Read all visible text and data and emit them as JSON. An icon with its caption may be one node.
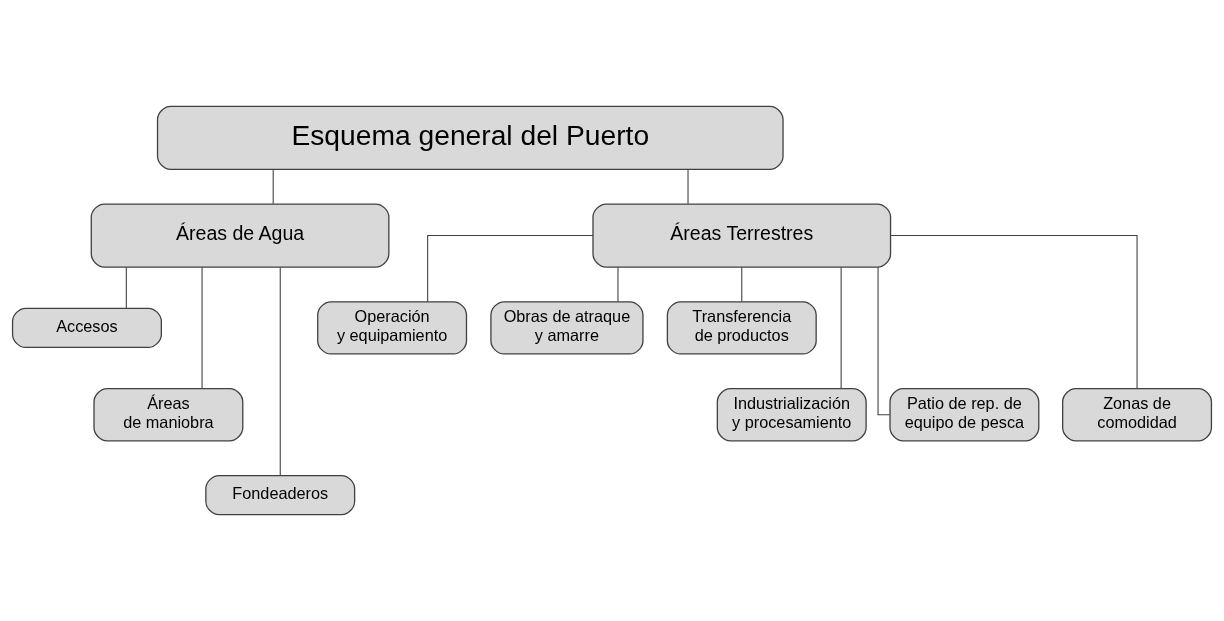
{
  "diagram": {
    "nodes": [
      {
        "text": [
          "Esquema general del Puerto"
        ]
      },
      {
        "text": [
          "Áreas de Agua"
        ]
      },
      {
        "text": [
          "Áreas Terrestres"
        ]
      },
      {
        "text": [
          "Accesos"
        ]
      },
      {
        "text": [
          "Áreas de maniobra"
        ]
      },
      {
        "text": [
          "Fondeaderos"
        ]
      },
      {
        "text": [
          "Operación y equipamiento"
        ]
      },
      {
        "text": [
          "Obras de atraque y amarre"
        ]
      },
      {
        "text": [
          "Transferencia de productos"
        ]
      },
      {
        "text": [
          "Industrialización y procesamiento"
        ]
      },
      {
        "text": [
          "Patio de rep. de equipo de pesca"
        ]
      },
      {
        "text": [
          "Zonas de comodidad"
        ]
      }
    ],
    "edges": [
      {
        "from": 0,
        "to": 1,
        "arrow": "none"
      },
      {
        "from": 0,
        "to": 2,
        "arrow": "none"
      },
      {
        "from": 1,
        "to": 3,
        "arrow": "none"
      },
      {
        "from": 1,
        "to": 4,
        "arrow": "none"
      },
      {
        "from": 1,
        "to": 5,
        "arrow": "none"
      },
      {
        "from": 2,
        "to": 6,
        "arrow": "none"
      },
      {
        "from": 2,
        "to": 7,
        "arrow": "none"
      },
      {
        "from": 2,
        "to": 8,
        "arrow": "none"
      },
      {
        "from": 2,
        "to": 9,
        "arrow": "none"
      },
      {
        "from": 2,
        "to": 10,
        "arrow": "none"
      },
      {
        "from": 2,
        "to": 11,
        "arrow": "none"
      }
    ]
  }
}
